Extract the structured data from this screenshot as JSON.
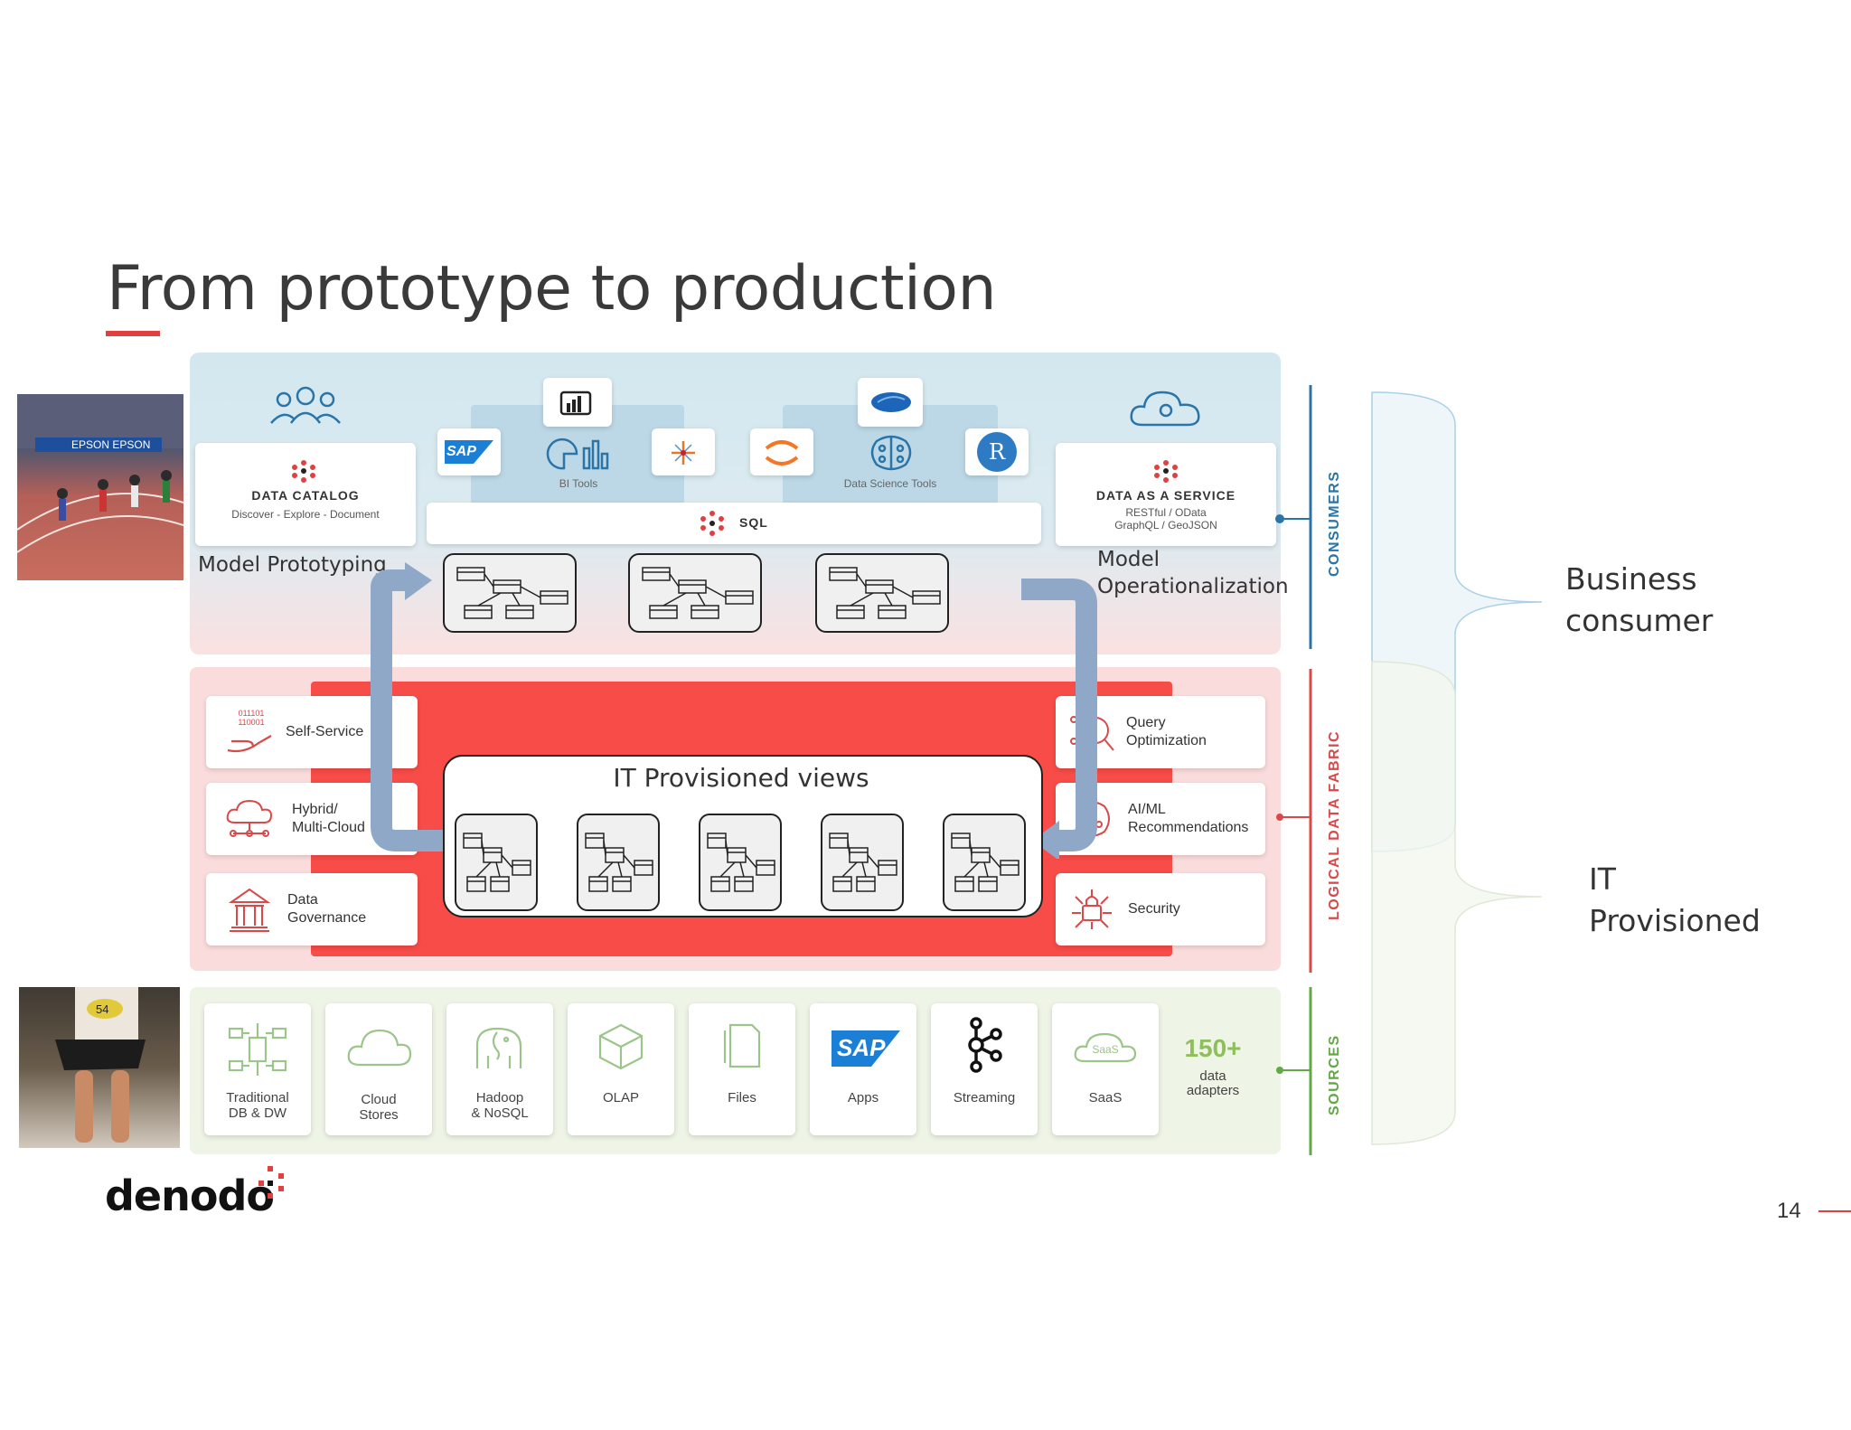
{
  "slide": {
    "title": "From prototype to production",
    "page_number": "14",
    "accent_color": "#e0403f",
    "logo_text": "denodo"
  },
  "consumers": {
    "data_catalog": {
      "title": "DATA CATALOG",
      "subtitle": "Discover - Explore - Document"
    },
    "bi_tools_label": "BI Tools",
    "data_science_tools_label": "Data Science Tools",
    "sql_label": "SQL",
    "data_as_a_service": {
      "title": "DATA AS A SERVICE",
      "line1": "RESTful / OData",
      "line2": "GraphQL / GeoJSON"
    },
    "sap_label": "SAP",
    "r_label": "R",
    "model_prototyping": "Model Prototyping",
    "model_operationalization_line1": "Model",
    "model_operationalization_line2": "Operationalization"
  },
  "fabric": {
    "self_service": "Self-Service",
    "self_service_binary": "011101 110001",
    "hybrid_line1": "Hybrid/",
    "hybrid_line2": "Multi-Cloud",
    "governance_line1": "Data",
    "governance_line2": "Governance",
    "query_line1": "Query",
    "query_line2": "Optimization",
    "aiml_line1": "AI/ML",
    "aiml_line2": "Recommendations",
    "security": "Security",
    "it_provisioned_views": "IT Provisioned views"
  },
  "sources": {
    "items": [
      {
        "line1": "Traditional",
        "line2": "DB & DW",
        "icon": "database-network-icon"
      },
      {
        "line1": "Cloud",
        "line2": "Stores",
        "icon": "cloud-icon"
      },
      {
        "line1": "Hadoop",
        "line2": "& NoSQL",
        "icon": "elephant-icon"
      },
      {
        "line1": "OLAP",
        "line2": "",
        "icon": "cube-icon"
      },
      {
        "line1": "Files",
        "line2": "",
        "icon": "files-icon"
      },
      {
        "line1": "Apps",
        "line2": "",
        "icon": "sap-logo-icon"
      },
      {
        "line1": "Streaming",
        "line2": "",
        "icon": "kafka-icon"
      },
      {
        "line1": "SaaS",
        "line2": "",
        "icon": "saas-cloud-icon"
      }
    ],
    "sap_text": "SAP",
    "saas_text": "SaaS",
    "adapters_count": "150+",
    "adapters_line1": "data",
    "adapters_line2": "adapters"
  },
  "side_labels": {
    "consumers": "CONSUMERS",
    "fabric": "LOGICAL DATA FABRIC",
    "sources": "SOURCES",
    "consumers_color": "#2a74a8",
    "fabric_color": "#d84a49",
    "sources_color": "#62a844"
  },
  "right_labels": {
    "business_line1": "Business",
    "business_line2": "consumer",
    "it_line1": "IT",
    "it_line2": "Provisioned"
  }
}
